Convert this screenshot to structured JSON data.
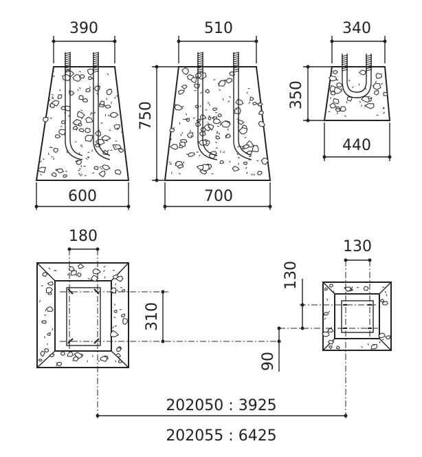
{
  "colors": {
    "ink": "#222222",
    "background": "#ffffff"
  },
  "elevations": {
    "footing_a": {
      "top_width": "390",
      "bottom_width": "600"
    },
    "footing_b": {
      "top_width": "510",
      "bottom_width": "700",
      "height": "750"
    },
    "footing_c": {
      "top_width": "340",
      "bottom_width": "440",
      "height": "350"
    }
  },
  "plans": {
    "plan_large": {
      "anchor_spacing_x": "180",
      "anchor_spacing_y": "310"
    },
    "plan_small": {
      "anchor_spacing_x": "130",
      "anchor_spacing_y": "130",
      "offset": "90"
    },
    "center_distance_1": "202050 : 3925",
    "center_distance_2": "202055 : 6425"
  }
}
